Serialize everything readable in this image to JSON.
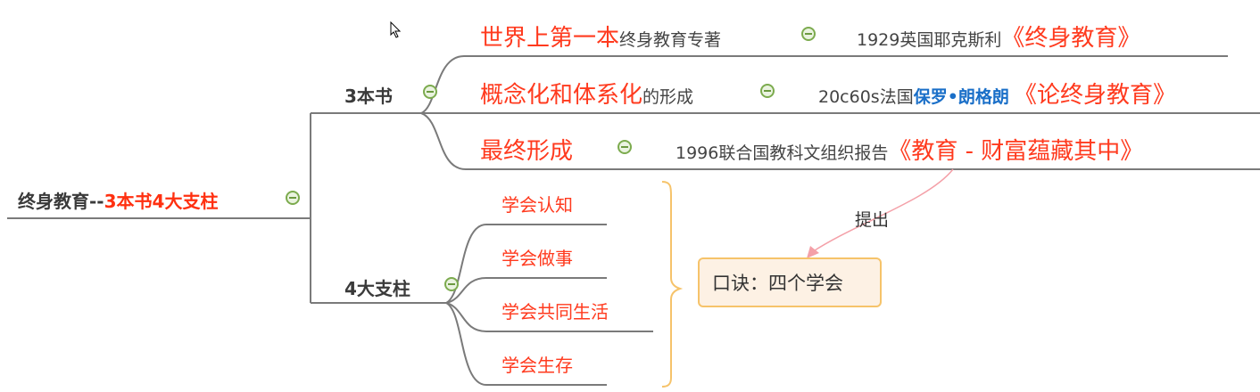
{
  "root": {
    "prefix": "终身教育--",
    "highlight": "3本书4大支柱"
  },
  "branches": {
    "books": {
      "label": "3本书"
    },
    "pillars": {
      "label": "4大支柱"
    }
  },
  "books": [
    {
      "title_red": "世界上第一本",
      "title_gray": "终身教育专著",
      "year_author": "1929英国耶克斯利",
      "author_blue": "",
      "book": "《终身教育》"
    },
    {
      "title_red": "概念化和体系化",
      "title_gray": "的形成",
      "year_author": "20c60s法国",
      "author_blue": "保罗•朗格朗",
      "book": "《论终身教育》"
    },
    {
      "title_red": "最终形成",
      "title_gray": "",
      "year_author": "1996联合国教科文组织报告",
      "author_blue": "",
      "book": "《教育 - 财富蕴藏其中》"
    }
  ],
  "pillars": [
    "学会认知",
    "学会做事",
    "学会共同生活",
    "学会生存"
  ],
  "summary": {
    "label": "口诀：四个学会"
  },
  "relationship": {
    "label": "提出"
  },
  "colors": {
    "red": "#ff3a1e",
    "blue": "#1a6fc8",
    "line": "#7a7a7a",
    "bracket": "#f6c36a",
    "arrow": "#f4a0a8",
    "toggle": "#7cab4e"
  }
}
